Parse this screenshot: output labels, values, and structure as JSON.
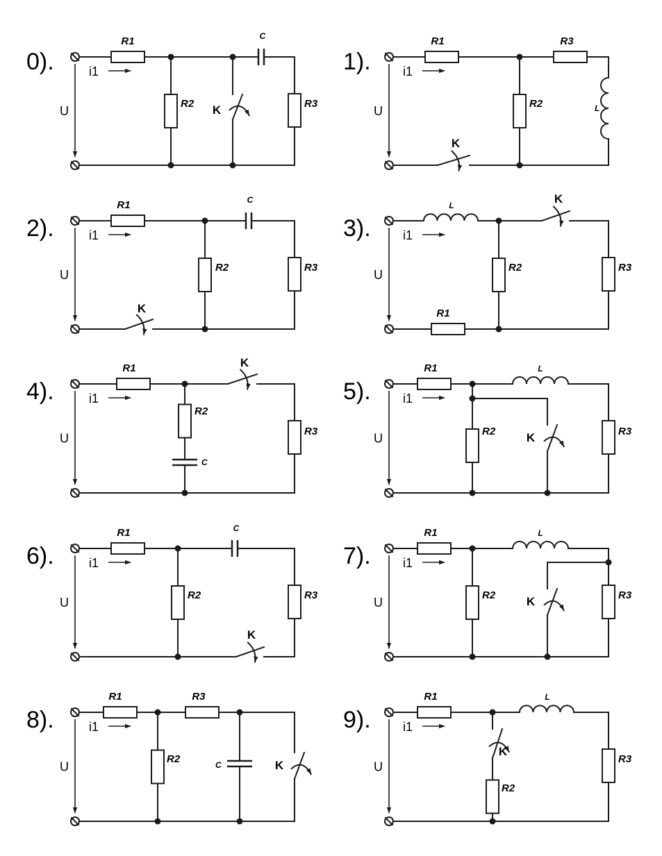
{
  "labels": {
    "R1": "R1",
    "R2": "R2",
    "R3": "R3",
    "L": "L",
    "C": "C",
    "K": "K",
    "U": "U",
    "i1": "i1"
  },
  "circuits": [
    {
      "number": "0)."
    },
    {
      "number": "1)."
    },
    {
      "number": "2)."
    },
    {
      "number": "3)."
    },
    {
      "number": "4)."
    },
    {
      "number": "5)."
    },
    {
      "number": "6)."
    },
    {
      "number": "7)."
    },
    {
      "number": "8)."
    },
    {
      "number": "9)."
    }
  ]
}
